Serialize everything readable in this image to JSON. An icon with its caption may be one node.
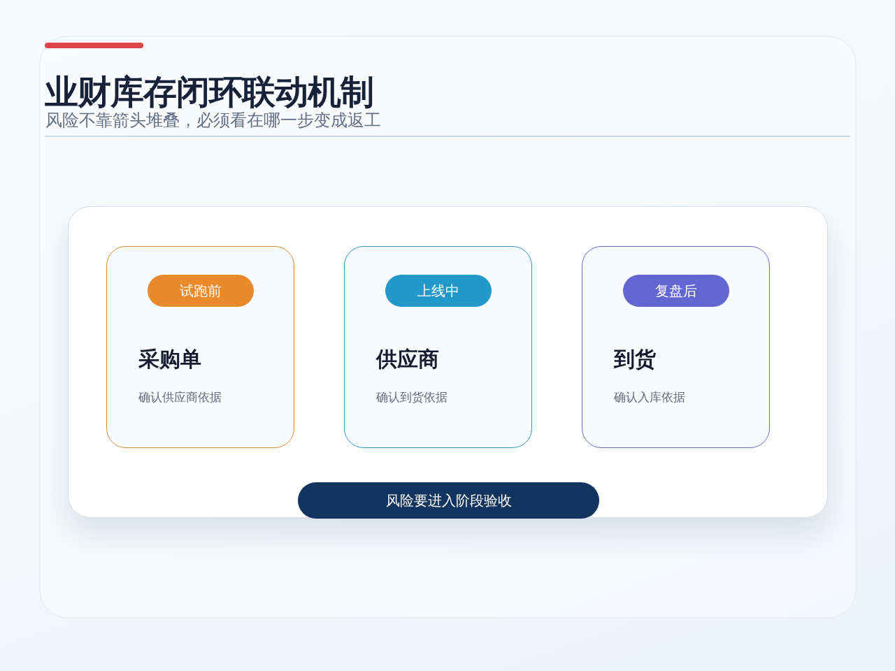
{
  "diagram": {
    "title": "业财库存闭环联动机制",
    "nodes": [
      {
        "text": [],
        "shape": "box"
      },
      {
        "text": [
          "采购单",
          "确认供应商依据"
        ],
        "in": 0
      },
      {
        "text": [
          "试跑前"
        ],
        "in": 1
      },
      {
        "text": [
          "供应商",
          "确认到货依据"
        ],
        "in": 0
      },
      {
        "text": [
          "上线中"
        ],
        "in": 3
      },
      {
        "text": [
          "到货",
          "确认入库依据"
        ],
        "in": 0
      },
      {
        "text": [
          "复盘后"
        ],
        "in": 5
      },
      {
        "text": [
          "风险要进入阶段验收"
        ],
        "in": 0
      }
    ],
    "labels": [
      "风险不靠箭头堆叠，必须看在哪一步变成返工"
    ]
  }
}
